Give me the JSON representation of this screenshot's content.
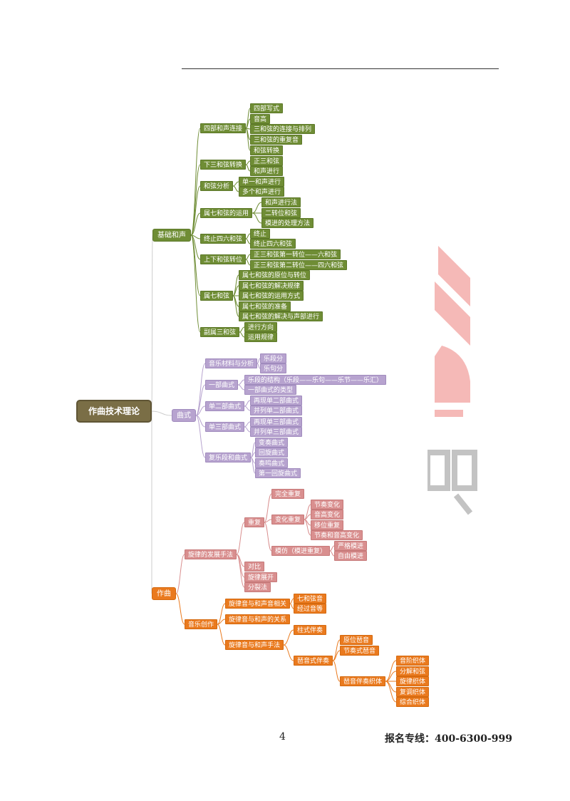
{
  "colors": {
    "green": "#6f8d35",
    "purple": "#b7a3cf",
    "pink": "#d98f8f",
    "orange": "#ea7a1e",
    "root": "#7a6e46",
    "watermark": "#e53935"
  },
  "mindmap": {
    "root": "作曲技术理论",
    "sections": [
      {
        "label": "基础和声",
        "groups": [
          {
            "label": "四部和声连接",
            "items": [
              "四部写式",
              "音高",
              "三和弦的连接与排列",
              "三和弦的重复音",
              "和弦转换"
            ]
          },
          {
            "label": "下三和弦转换",
            "items": [
              "正三和弦",
              "和声进行"
            ]
          },
          {
            "label": "和弦分析",
            "items": [
              "单一和声进行",
              "多个和声进行"
            ]
          },
          {
            "label": "属七和弦的运用",
            "items": [
              "和声进行法",
              "二转位和弦",
              "模进的处理方法"
            ]
          },
          {
            "label": "终止四六和弦",
            "items": [
              "终止",
              "终止四六和弦"
            ]
          },
          {
            "label": "上下和弦转位",
            "items": [
              "正三和弦第一转位——六和弦",
              "正三和弦第二转位——四六和弦"
            ]
          },
          {
            "label": "属七和弦",
            "items": [
              "属七和弦的原位与转位",
              "属七和弦的解决规律",
              "属七和弦的运用方式",
              "属七和弦的准备",
              "属七和弦的解决与声部进行"
            ]
          },
          {
            "label": "副属三和弦",
            "items": [
              "进行方向",
              "运用规律"
            ]
          }
        ]
      },
      {
        "label": "曲式",
        "groups": [
          {
            "label": "音乐材料与分析",
            "items": [
              "乐段分",
              "乐句分"
            ]
          },
          {
            "label": "一部曲式",
            "items": [
              "乐段的结构（乐段——乐句——乐节——乐汇）",
              "一部曲式的类型"
            ]
          },
          {
            "label": "单二部曲式",
            "items": [
              "再现单二部曲式",
              "并列单二部曲式"
            ]
          },
          {
            "label": "单三部曲式",
            "items": [
              "再现单三部曲式",
              "并列单三部曲式"
            ]
          },
          {
            "label": "复乐段和曲式",
            "items": [
              "变奏曲式",
              "回旋曲式",
              "奏鸣曲式",
              "第一回旋曲式"
            ]
          }
        ]
      },
      {
        "label": "作曲",
        "groups": [
          {
            "label": "旋律的发展手法",
            "sub": [
              {
                "label": "重复",
                "sub": [
                  {
                    "label": "完全重复"
                  },
                  {
                    "label": "变化重复",
                    "items": [
                      "节奏变化",
                      "音高变化",
                      "移位重复",
                      "节奏和音高变化"
                    ]
                  },
                  {
                    "label": "模仿（模进重复）",
                    "items": [
                      "严格模进",
                      "自由模进"
                    ]
                  }
                ]
              },
              {
                "label": "对比"
              },
              {
                "label": "旋律展开"
              },
              {
                "label": "分裂法"
              }
            ]
          },
          {
            "label": "音乐创作",
            "sub": [
              {
                "label": "旋律音与和声音相关",
                "items": [
                  "七和弦音",
                  "经过音等"
                ]
              },
              {
                "label": "旋律音与和声的关系"
              },
              {
                "label": "旋律音与和声手法",
                "sub": [
                  {
                    "label": "柱式伴奏"
                  },
                  {
                    "label": "琶音式伴奏",
                    "sub": [
                      {
                        "label": "原位琶音"
                      },
                      {
                        "label": "节奏式琶音"
                      },
                      {
                        "label": "琶音伴奏织体",
                        "items": [
                          "音阶织体",
                          "分解和弦",
                          "旋律织体",
                          "复调织体",
                          "综合织体"
                        ]
                      }
                    ]
                  }
                ]
              }
            ]
          }
        ]
      }
    ]
  },
  "footer": {
    "page_number": "4",
    "hotline": "报名专线：400-6300-999"
  }
}
